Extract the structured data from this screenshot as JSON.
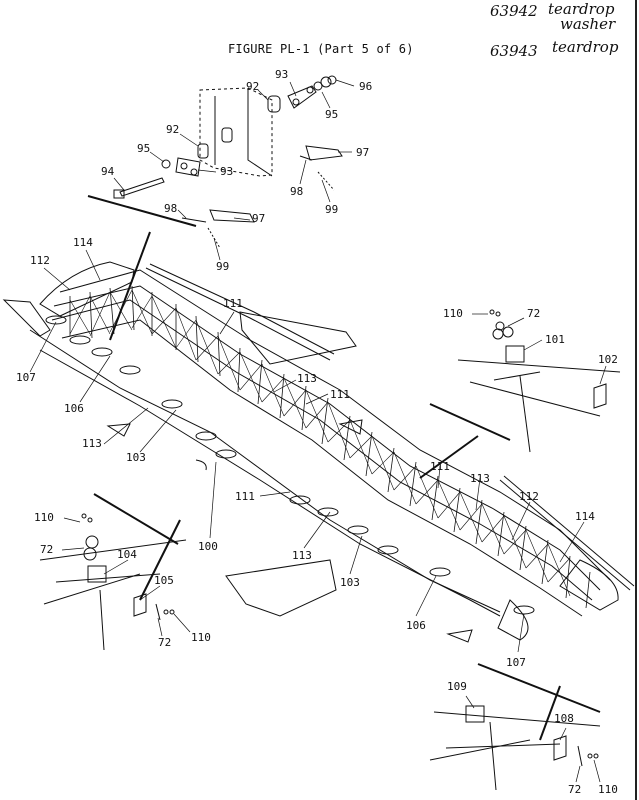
{
  "figure_title": "FIGURE PL-1 (Part 5 of 6)",
  "handwritten_notes": [
    {
      "part": "63942",
      "desc_line1": "teardrop",
      "desc_line2": "washer"
    },
    {
      "part": "63943",
      "desc_line1": "teardrop",
      "desc_line2": ""
    }
  ],
  "callouts": {
    "c93a": "93",
    "c92a": "92",
    "c96": "96",
    "c95a": "95",
    "c92b": "92",
    "c95b": "95",
    "c93b": "93",
    "c94": "94",
    "c97a": "97",
    "c98a": "98",
    "c99a": "99",
    "c98b": "98",
    "c97b": "97",
    "c99b": "99",
    "c114a": "114",
    "c112a": "112",
    "c111a": "111",
    "c107a": "107",
    "c106a": "106",
    "c113a": "113",
    "c103a": "103",
    "c113b": "113",
    "c111b": "111",
    "c110a": "110",
    "c72a": "72",
    "c101": "101",
    "c102": "102",
    "c111c": "111",
    "c113c": "113",
    "c111d": "111",
    "c112b": "112",
    "c114b": "114",
    "c100": "100",
    "c113d": "113",
    "c103b": "103",
    "c106b": "106",
    "c107b": "107",
    "c110b": "110",
    "c72b": "72",
    "c104": "104",
    "c105": "105",
    "c72c": "72",
    "c110c": "110",
    "c109": "109",
    "c108": "108",
    "c72d": "72",
    "c110d": "110"
  }
}
